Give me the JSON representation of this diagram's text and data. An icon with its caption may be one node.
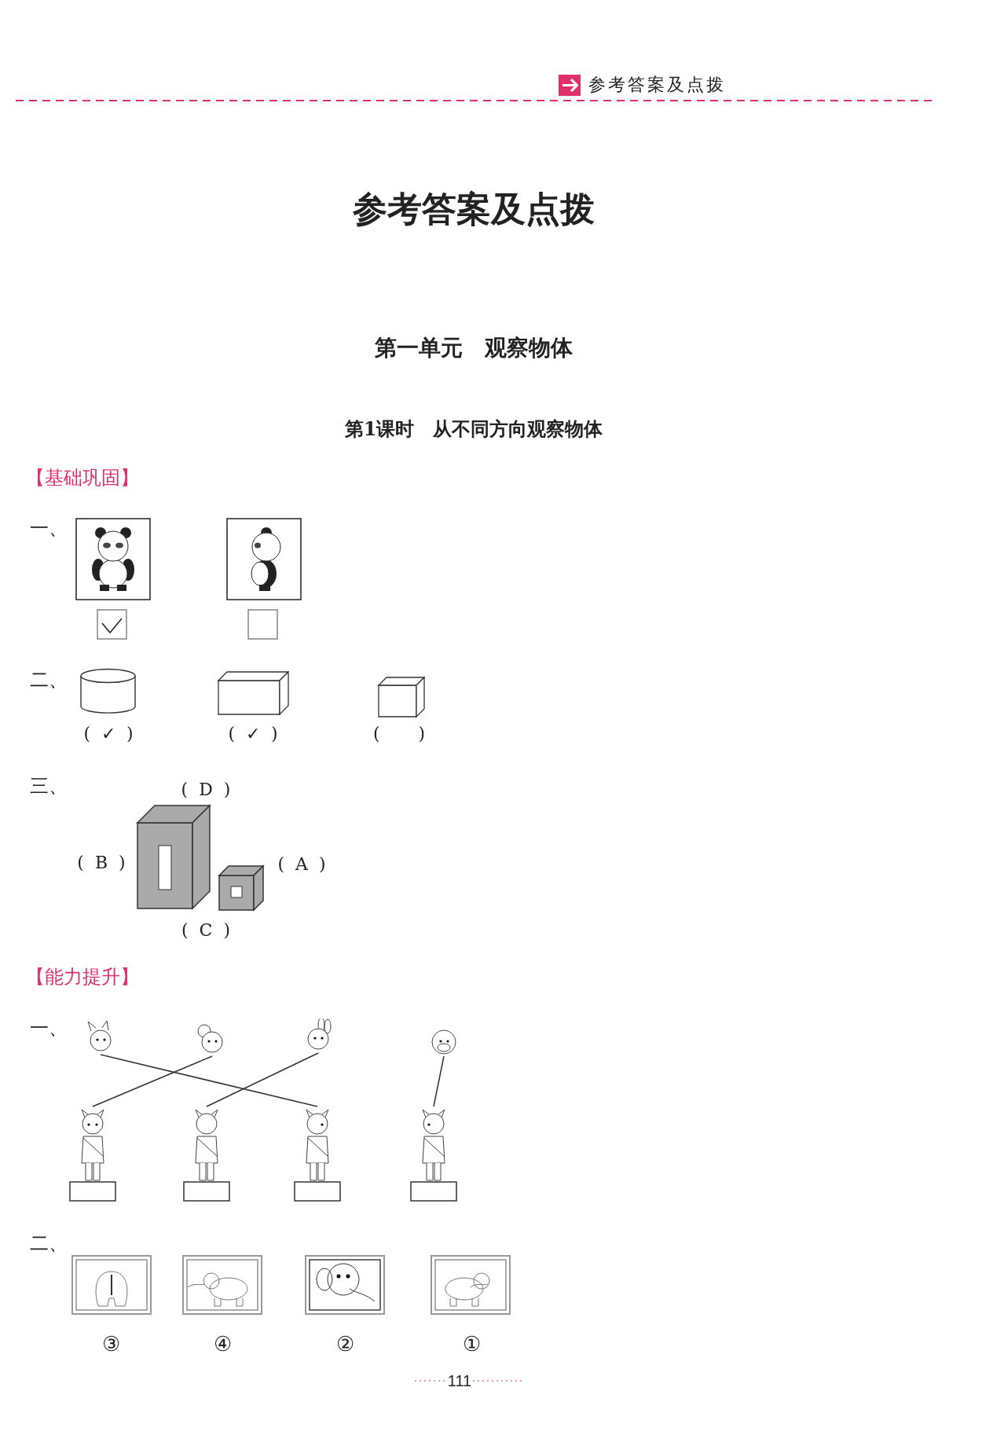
{
  "diagram": {
    "title": "参考答案及点拨",
    "nodes": [
      {
        "text": [],
        "shape": "picture"
      },
      {
        "text": [],
        "shape": "picture"
      },
      {
        "text": [],
        "shape": "picture"
      },
      {
        "text": [],
        "shape": "picture"
      },
      {
        "text": [],
        "shape": "picture"
      },
      {
        "text": [],
        "shape": "picture"
      },
      {
        "text": [],
        "shape": "picture"
      },
      {
        "text": [],
        "shape": "picture"
      }
    ],
    "edges": [
      {
        "from": 0,
        "to": 6,
        "arrow": "none"
      },
      {
        "from": 1,
        "to": 4,
        "arrow": "none"
      },
      {
        "from": 2,
        "to": 5,
        "arrow": "none"
      },
      {
        "from": 3,
        "to": 7,
        "arrow": "none"
      }
    ],
    "labels": [
      "参考答案及点拨",
      "第一单元　观察物体",
      "第1课时　从不同方向观察物体",
      "【基础巩固】",
      "一、",
      "二、",
      "(  ✓  )",
      "(  ✓  )",
      "(       )",
      "三、",
      "(  D  )",
      "(  B  )",
      "(  A  )",
      "(  C  )",
      "【能力提升】",
      "一、",
      "二、",
      "③",
      "④",
      "②",
      "①",
      "111"
    ]
  }
}
